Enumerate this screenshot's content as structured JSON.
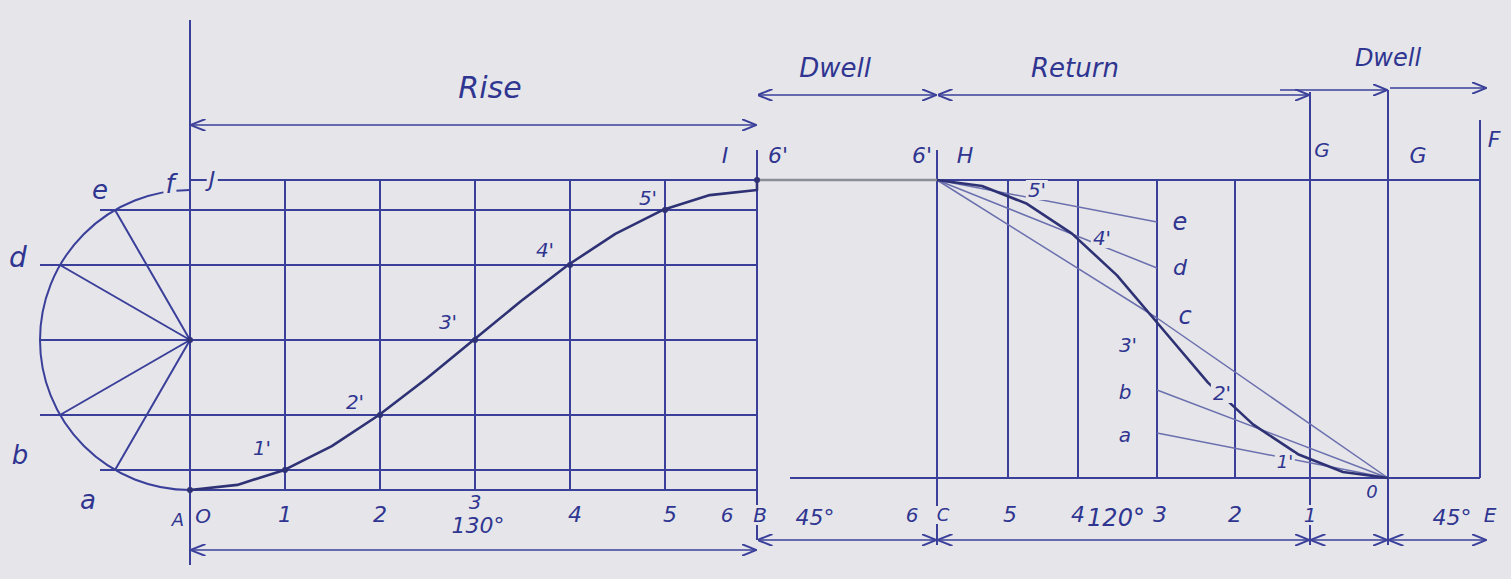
{
  "diagram": {
    "labels": [
      "Rise",
      "Dwell",
      "Return",
      "Dwell",
      "e",
      "f",
      "J",
      "I",
      "6'",
      "6'",
      "H",
      "G",
      "G",
      "F",
      "d",
      "b",
      "a",
      "1'",
      "2'",
      "3'",
      "4'",
      "5'",
      "5'",
      "4'",
      "e",
      "d",
      "c",
      "3'",
      "b",
      "2'",
      "a",
      "1'",
      "0",
      "A",
      "O",
      "1",
      "2",
      "3",
      "130°",
      "4",
      "5",
      "6",
      "B",
      "45°",
      "6",
      "C",
      "5",
      "4",
      "120°",
      "3",
      "2",
      "1",
      "45°",
      "E"
    ]
  }
}
